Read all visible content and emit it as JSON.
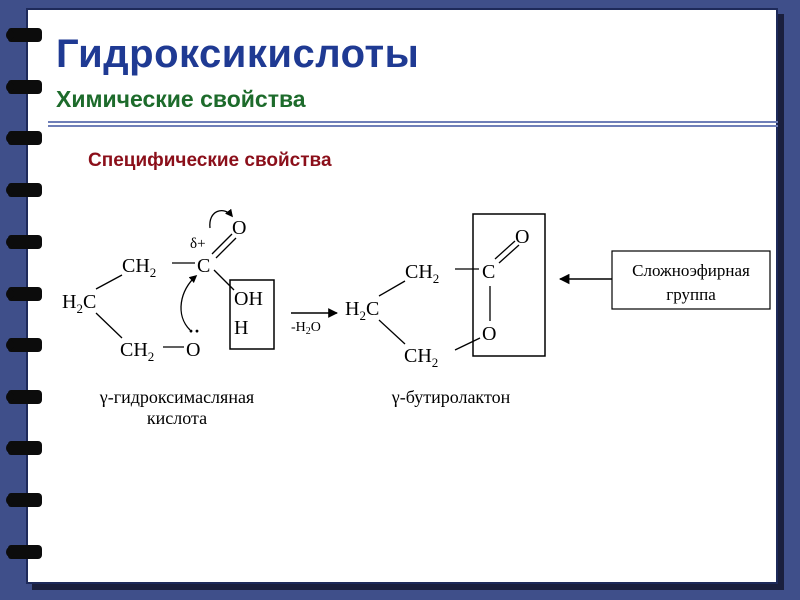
{
  "title": "Гидроксикислоты",
  "subtitle": "Химические свойства",
  "section_heading": "Специфические свойства",
  "colors": {
    "background": "#3f4f8a",
    "title": "#1f3a93",
    "subtitle": "#1d6b2b",
    "section": "#8b0f1a"
  },
  "reactant": {
    "atoms": {
      "ch2_top": "CH",
      "ch2_top_sub": "2",
      "h2c_prefix": "H",
      "h2c_sub": "2",
      "h2c_suffix": "C",
      "ch2_bottom": "CH",
      "ch2_bottom_sub": "2",
      "carbon": "C",
      "oxygen_carbonyl": "O",
      "oxygen_hydroxyl": "O",
      "lone_pair": "··",
      "oh_group_line1": "OH",
      "oh_group_line2": "H"
    },
    "partial_charge": "δ+",
    "name_line1": "γ-гидроксимасляная",
    "name_line2": "кислота"
  },
  "reaction": {
    "condition_prefix": "-H",
    "condition_sub": "2",
    "condition_suffix": "O"
  },
  "product": {
    "atoms": {
      "ch2_top": "CH",
      "ch2_top_sub": "2",
      "h2c_prefix": "H",
      "h2c_sub": "2",
      "h2c_suffix": "C",
      "ch2_bottom": "CH",
      "ch2_bottom_sub": "2",
      "carbon": "C",
      "oxygen_carbonyl": "O",
      "oxygen_ring": "O"
    },
    "name": "γ-бутиролактон"
  },
  "callout": {
    "line1": "Сложноэфирная",
    "line2": "группа"
  }
}
